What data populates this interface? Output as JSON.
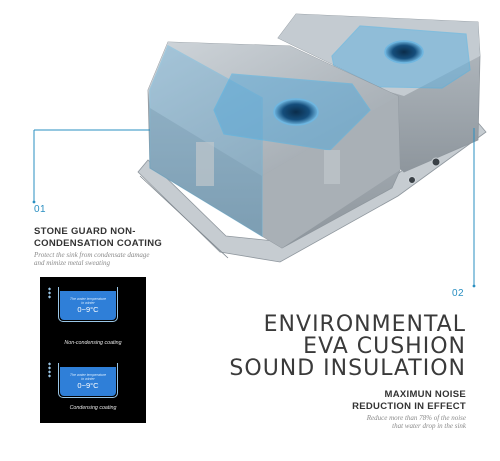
{
  "colors": {
    "accent": "#2a8fc1",
    "steel": "#b9c0c6",
    "steel_dark": "#8f979e",
    "highlight": "#4fb3e6",
    "panel_bg": "#000000",
    "water": "#2f7fd8"
  },
  "illustration": {
    "name": "double bowl stainless steel sink",
    "icons": [
      "sink-drain-left-icon",
      "sink-drain-right-icon",
      "faucet-hole-icon"
    ]
  },
  "feature_1": {
    "number": "01",
    "title_line1": "STONE GUARD NON-",
    "title_line2": "CONDENSATION COATING",
    "subtitle_line1": "Protect the sink from condensate damage",
    "subtitle_line2": "and mimize metal sweating"
  },
  "feature_2": {
    "number": "02",
    "headline_line1": "ENVIRONMENTAL",
    "headline_line2": "EVA CUSHION",
    "headline_line3": "SOUND INSULATION",
    "title_line1": "MAXIMUN NOISE",
    "title_line2": "REDUCTION IN EFFECT",
    "subtitle_line1": "Reduce more than 78% of the noise",
    "subtitle_line2": "that water drop in the sink"
  },
  "comparison": {
    "top": {
      "note_line1": "The water temperature",
      "note_line2": "in winter",
      "temperature": "0~9°C",
      "label": "Non-condensing coating"
    },
    "bottom": {
      "note_line1": "The water temperature",
      "note_line2": "in winter",
      "temperature": "0~9°C",
      "label": "Condensing coating"
    }
  }
}
